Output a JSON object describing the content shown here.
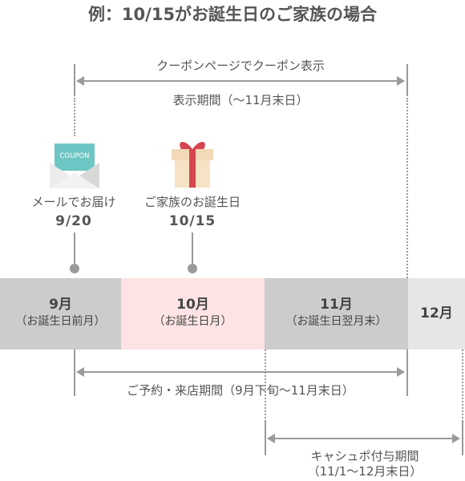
{
  "title": "例：10/15がお誕生日のご家族の場合",
  "coupon_period": {
    "label": "クーポンページでクーポン表示",
    "sublabel": "表示期間（〜11月末日）"
  },
  "events": [
    {
      "icon": "coupon-envelope-icon",
      "icon_text": "COUPON",
      "label": "メールでお届け",
      "date": "9/20"
    },
    {
      "icon": "gift-box-icon",
      "label": "ご家族のお誕生日",
      "date": "10/15"
    }
  ],
  "months": [
    {
      "month": "9月",
      "note": "（お誕生日前月）",
      "color": "#cccccc"
    },
    {
      "month": "10月",
      "note": "（お誕生日月）",
      "color": "#fde3e3"
    },
    {
      "month": "11月",
      "note": "（お誕生日翌月末）",
      "color": "#cccccc"
    },
    {
      "month": "12月",
      "note": "",
      "color": "#e6e6e6"
    }
  ],
  "reservation_period": {
    "label": "ご予約・来店期間（9月下旬〜11月末日）"
  },
  "cashback_period": {
    "label": "キャシュポ付与期間",
    "sublabel": "（11/1〜12月末日）"
  },
  "colors": {
    "line": "#9a9a9a",
    "text": "#555555",
    "highlight": "#fde3e3"
  }
}
